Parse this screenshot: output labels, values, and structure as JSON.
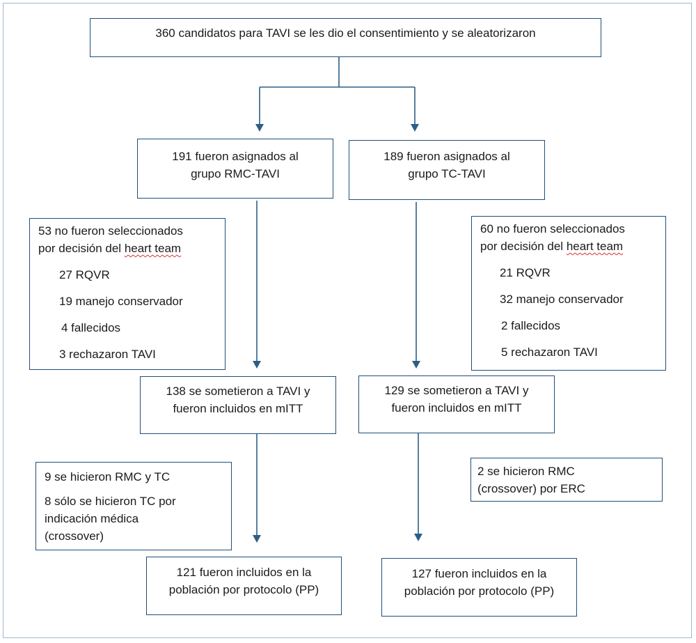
{
  "colors": {
    "box_border": "#1f4e79",
    "connector": "#2b5e86",
    "frame": "#9db7cf",
    "spell_underline": "#d9312b"
  },
  "top": {
    "text": "360 candidatos para TAVI se les dio el consentimiento y se aleatorizaron"
  },
  "left": {
    "assigned": [
      "191 fueron asignados al",
      "grupo RMC-TAVI"
    ],
    "excluded": {
      "heading_1": "53 no fueron seleccionados",
      "heading_2_prefix": "por decisión del ",
      "heading_2_term": "heart team",
      "items": [
        "27 RQVR",
        "19 manejo   conservador",
        "4 fallecidos",
        "3 rechazaron TAVI"
      ]
    },
    "mitt": [
      "138 se sometieron a TAVI y",
      "fueron incluidos en mITT"
    ],
    "crossover": {
      "line_1": "9 se hicieron RMC y TC",
      "line_2": [
        "8 sólo se hicieron TC por",
        "indicación médica",
        "(crossover)"
      ]
    },
    "pp": [
      "121 fueron incluidos en la",
      "población por protocolo (PP)"
    ]
  },
  "right": {
    "assigned": [
      "189 fueron asignados al",
      "grupo TC-TAVI"
    ],
    "excluded": {
      "heading_1": "60 no fueron seleccionados",
      "heading_2_prefix": "por decisión del ",
      "heading_2_term": "heart team",
      "items": [
        "21 RQVR",
        "32 manejo conservador",
        "2 fallecidos",
        "5 rechazaron TAVI"
      ]
    },
    "mitt": [
      "129 se sometieron a TAVI y",
      "fueron incluidos en mITT"
    ],
    "crossover": {
      "lines": [
        "2 se hicieron RMC",
        "(crossover) por ERC"
      ]
    },
    "pp": [
      "127 fueron incluidos en la",
      "población por protocolo (PP)"
    ]
  }
}
